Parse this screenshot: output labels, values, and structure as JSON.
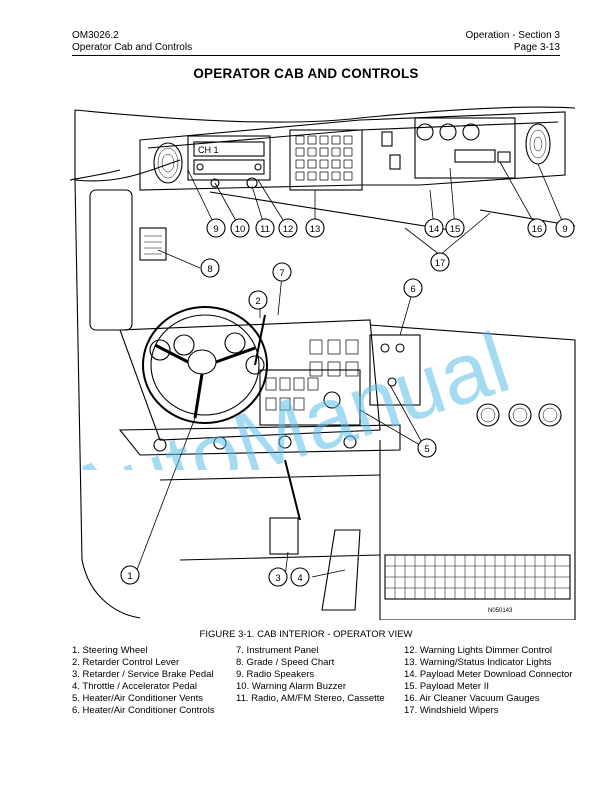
{
  "header": {
    "doc_number": "OM3026.2",
    "doc_subject": "Operator Cab and Controls",
    "section": "Operation - Section 3",
    "page": "Page 3-13"
  },
  "title": "OPERATOR CAB AND CONTROLS",
  "figure": {
    "callouts": [
      "1",
      "2",
      "3",
      "4",
      "5",
      "6",
      "7",
      "8",
      "9",
      "10",
      "11",
      "12",
      "13",
      "14",
      "15",
      "16",
      "17"
    ],
    "radio_text": "CH 1",
    "drawing_number": "N050143",
    "caption": "FIGURE 3-1. CAB INTERIOR - OPERATOR VIEW"
  },
  "legend": {
    "col1": [
      "1. Steering Wheel",
      "2. Retarder Control Lever",
      "3. Retarder / Service Brake Pedal",
      "4. Throttle / Accelerator Pedal",
      "5. Heater/Air Conditioner Vents",
      "6. Heater/Air Conditioner Controls"
    ],
    "col2": [
      "7. Instrument Panel",
      "8. Grade / Speed Chart",
      "9. Radio Speakers",
      "10. Warning Alarm Buzzer",
      "11. Radio, AM/FM Stereo, Cassette"
    ],
    "col3": [
      "12. Warning Lights Dimmer Control",
      "13. Warning/Status Indicator Lights",
      "14. Payload Meter Download Connector",
      "15. Payload Meter II",
      "16. Air Cleaner Vacuum Gauges",
      "17. Windshield Wipers"
    ]
  },
  "watermark": "AutoManual",
  "colors": {
    "watermark": "#5bbde8",
    "ink": "#000000"
  }
}
